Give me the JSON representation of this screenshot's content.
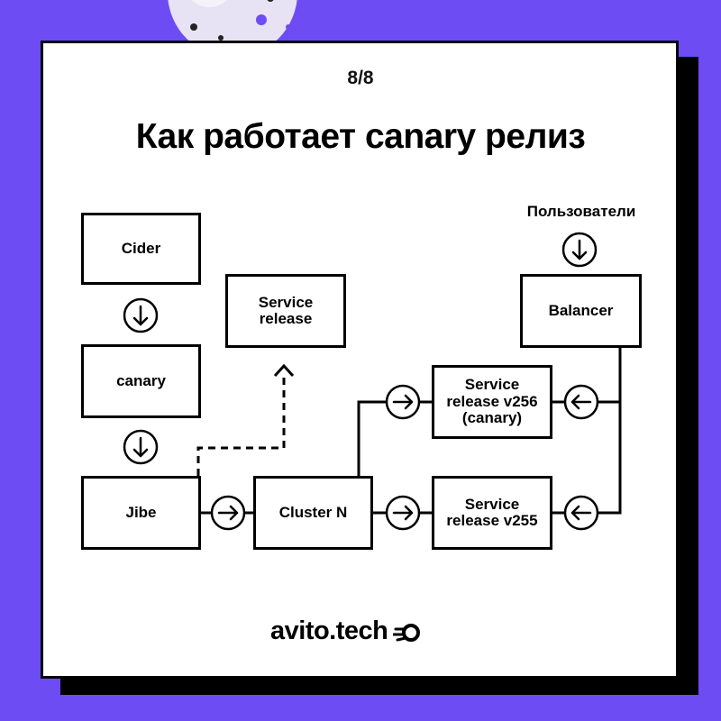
{
  "page_number": "8/8",
  "title": "Как работает canary релиз",
  "diagram": {
    "users_label": "Пользователи",
    "nodes": {
      "cider": "Cider",
      "canary": "canary",
      "jibe": "Jibe",
      "service_release": "Service\nrelease",
      "cluster": "Cluster N",
      "release_v256": "Service\nrelease v256\n(canary)",
      "release_v255": "Service\nrelease v255",
      "balancer": "Balancer"
    }
  },
  "brand": {
    "logo_text": "avito.tech"
  },
  "colors": {
    "background": "#6d4cf4",
    "card": "#ffffff",
    "ink": "#000000"
  }
}
